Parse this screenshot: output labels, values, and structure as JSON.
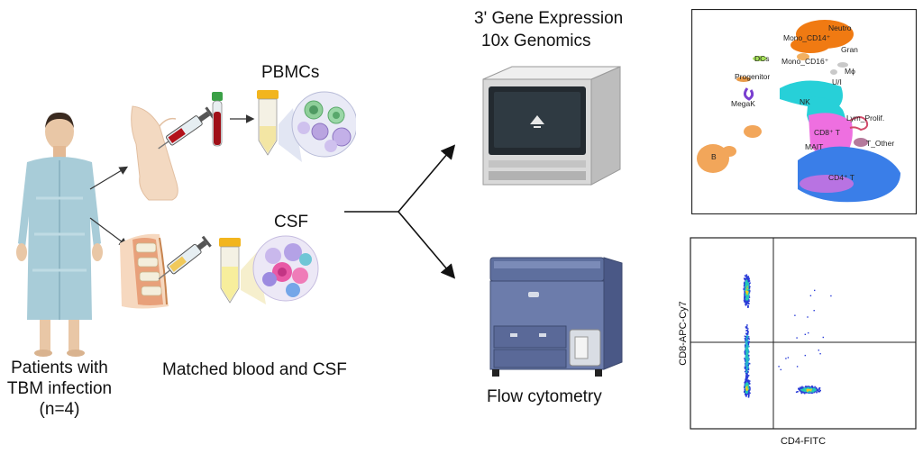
{
  "patients": {
    "line1": "Patients with",
    "line2": "TBM infection",
    "line3": "(n=4)"
  },
  "samples": {
    "pbmc": "PBMCs",
    "csf": "CSF",
    "matched": "Matched blood and CSF"
  },
  "scrnaseq": {
    "line1": "3' Gene Expression",
    "line2": "10x Genomics",
    "clusters": [
      "Neutro",
      "Mono_CD14⁺",
      "Gran",
      "DCs",
      "Mono_CD16⁺",
      "Mϕ",
      "Progenitor",
      "U/I",
      "NK",
      "MegaK",
      "Lym_Prolif.",
      "CD8⁺ T",
      "MAIT",
      "T_Other",
      "B",
      "CD4⁺ T"
    ]
  },
  "flow": {
    "label": "Flow cytometry",
    "xlabel": "CD4-FITC",
    "ylabel": "CD8-APC-Cy7"
  },
  "colors": {
    "orange": "#f07a12",
    "cyan": "#27d0d8",
    "pink": "#ee6fe0",
    "blue": "#3a7ee8",
    "tan": "#f2a65a",
    "purple": "#7a3fd0",
    "gown": "#a8ccd8"
  }
}
